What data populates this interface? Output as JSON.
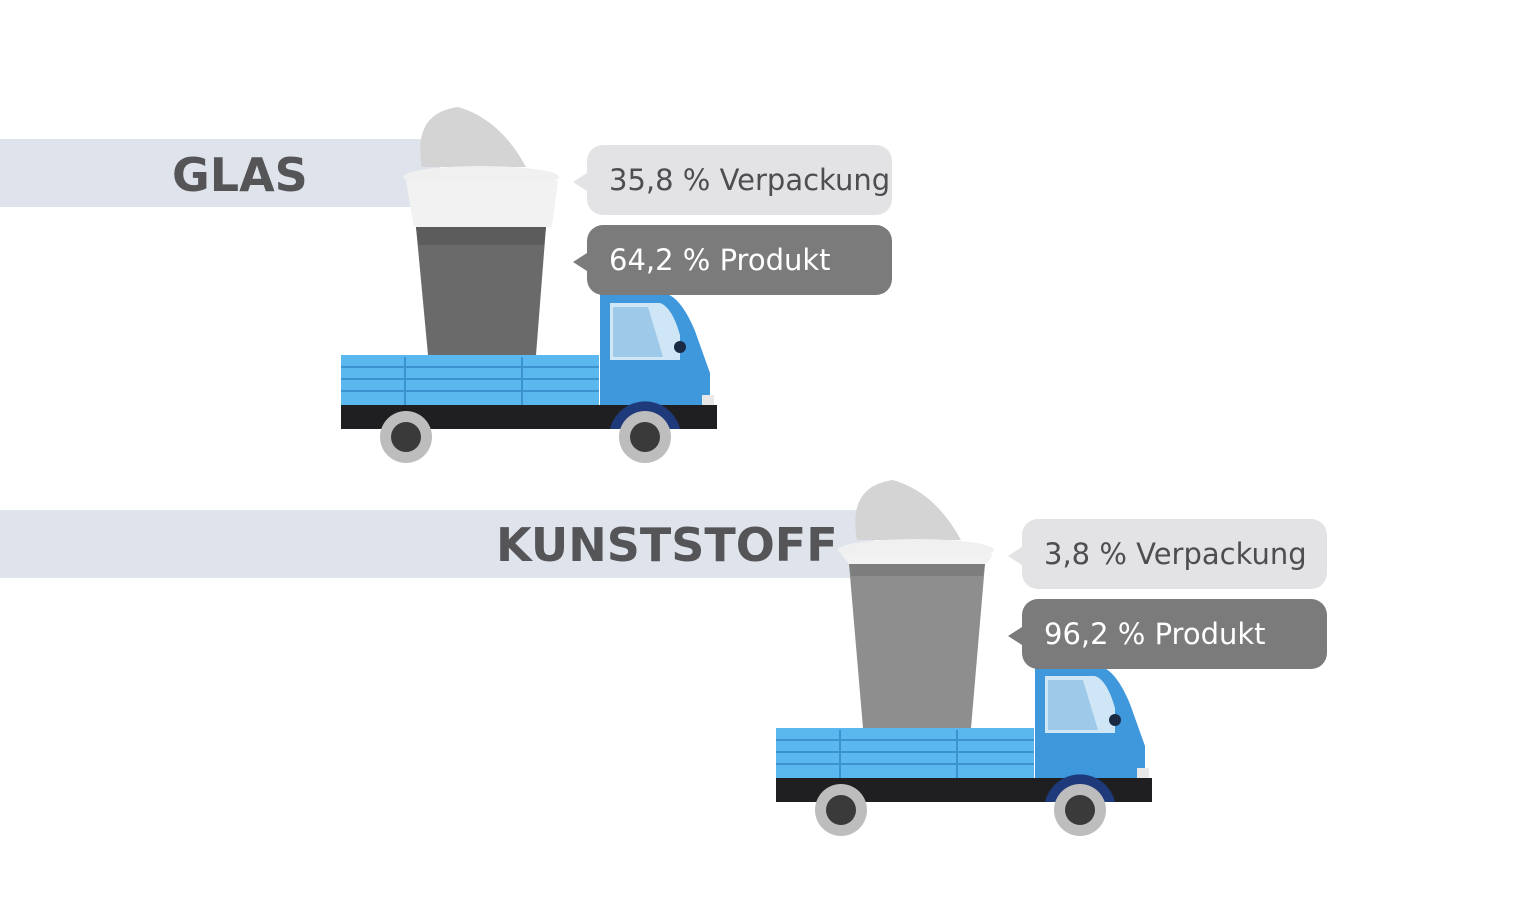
{
  "rows": [
    {
      "label": "GLAS",
      "packaging": "35,8 % Verpackung",
      "product": "64,2 % Produkt"
    },
    {
      "label": "KUNSTSTOFF",
      "packaging": "3,8 % Verpackung",
      "product": "96,2 % Produkt"
    }
  ],
  "colors": {
    "band": "#dfe4ec",
    "label_text": "#555558",
    "bubble_light": "#e3e3e5",
    "bubble_dark": "#7b7b7b",
    "truck_blue": "#3f97dc",
    "truck_bed": "#5ab8ef",
    "chassis": "#1f1f22",
    "cup_body": "#6a6a6a",
    "cup_rim": "#f0f0f0"
  },
  "icons": [
    "yogurt-cup-icon",
    "truck-icon"
  ]
}
